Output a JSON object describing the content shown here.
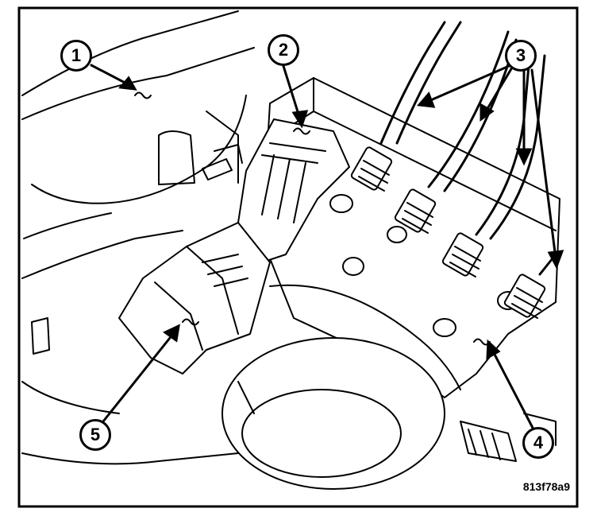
{
  "figure": {
    "callouts": [
      "1",
      "2",
      "3",
      "4",
      "5"
    ],
    "reference_code": "813f78a9"
  }
}
